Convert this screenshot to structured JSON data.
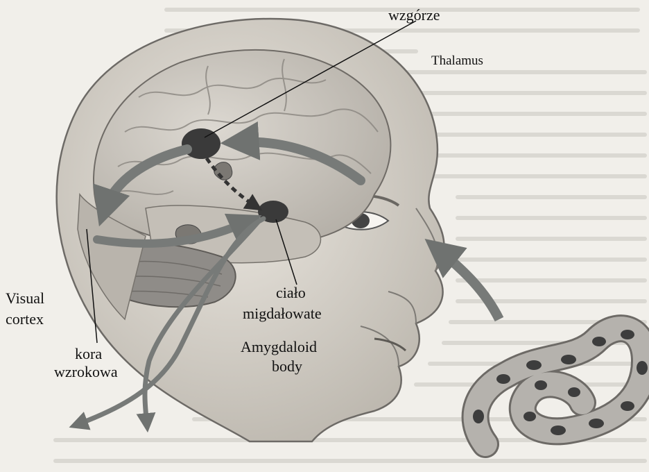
{
  "labels": {
    "thalamus_pl": "wzgórze",
    "thalamus_en": "Thalamus",
    "visual_cortex_en_1": "Visual",
    "visual_cortex_en_2": "cortex",
    "visual_cortex_pl_1": "kora",
    "visual_cortex_pl_2": "wzrokowa",
    "amygdala_pl_1": "ciało",
    "amygdala_pl_2": "migdałowate",
    "amygdala_en_1": "Amygdaloid",
    "amygdala_en_2": "body"
  },
  "colors": {
    "background": "#f1efea",
    "skin": "#d8d3ca",
    "brain": "#c9c4bb",
    "cerebellum": "#8f8c88",
    "nucleus": "#3a3a3a",
    "pathway_arrow": "#777a78",
    "snake_body": "#b5b2ad",
    "snake_pattern": "#3d3d3d"
  }
}
